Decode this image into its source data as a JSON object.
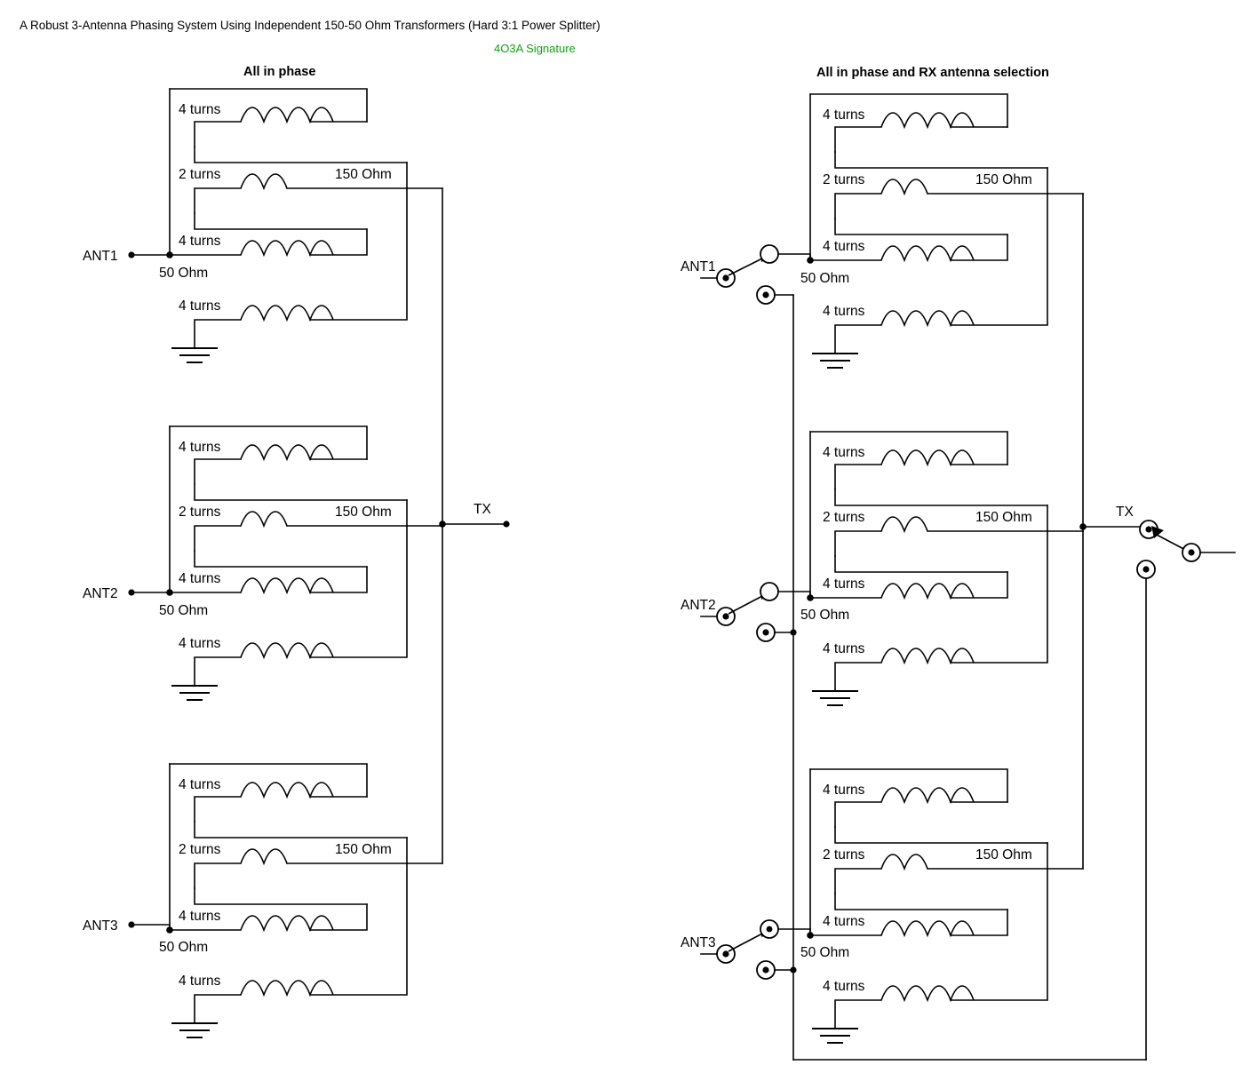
{
  "document": {
    "title": "A Robust 3-Antenna Phasing System Using Independent 150-50 Ohm Transformers (Hard 3:1 Power Splitter)",
    "signature": "4O3A Signature",
    "signature_color": "#12a012",
    "line_color": "#000000",
    "background": "#ffffff"
  },
  "diagrams": [
    {
      "id": "left",
      "heading": "All in phase",
      "tx_label": "TX",
      "has_switches": false,
      "blocks": [
        {
          "antenna_label": "ANT1",
          "impedance_in": "50 Ohm",
          "impedance_out": "150 Ohm",
          "windings": [
            "4 turns",
            "2 turns",
            "4 turns",
            "4 turns"
          ],
          "ground": true
        },
        {
          "antenna_label": "ANT2",
          "impedance_in": "50 Ohm",
          "impedance_out": "150 Ohm",
          "windings": [
            "4 turns",
            "2 turns",
            "4 turns",
            "4 turns"
          ],
          "ground": true
        },
        {
          "antenna_label": "ANT3",
          "impedance_in": "50 Ohm",
          "impedance_out": "150 Ohm",
          "windings": [
            "4 turns",
            "2 turns",
            "4 turns",
            "4 turns"
          ],
          "ground": true
        }
      ]
    },
    {
      "id": "right",
      "heading": "All in phase and RX antenna selection",
      "tx_label": "TX",
      "has_switches": true,
      "blocks": [
        {
          "antenna_label": "ANT1",
          "impedance_in": "50 Ohm",
          "impedance_out": "150 Ohm",
          "windings": [
            "4 turns",
            "2 turns",
            "4 turns",
            "4 turns"
          ],
          "ground": true,
          "switch": "spdt-relay"
        },
        {
          "antenna_label": "ANT2",
          "impedance_in": "50 Ohm",
          "impedance_out": "150 Ohm",
          "windings": [
            "4 turns",
            "2 turns",
            "4 turns",
            "4 turns"
          ],
          "ground": true,
          "switch": "spdt-relay"
        },
        {
          "antenna_label": "ANT3",
          "impedance_in": "50 Ohm",
          "impedance_out": "150 Ohm",
          "windings": [
            "4 turns",
            "2 turns",
            "4 turns",
            "4 turns"
          ],
          "ground": true,
          "switch": "spdt-relay"
        }
      ],
      "tx_switch": "spdt-relay"
    }
  ]
}
